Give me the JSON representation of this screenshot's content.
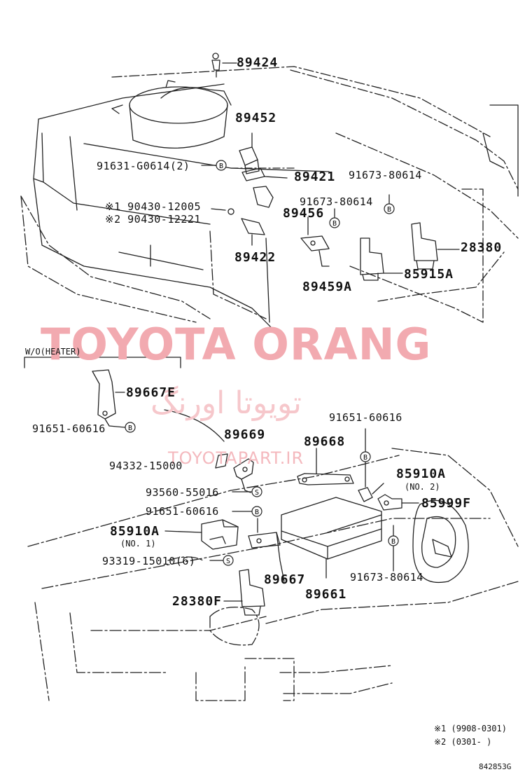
{
  "watermark": {
    "brand": "TOYOTA ORANG",
    "persian": "تویوتا اورنگ",
    "url": "TOYOTAPART.IR"
  },
  "section_label": "W/O(HEATER)",
  "part_labels": {
    "p89424": "89424",
    "p89452": "89452",
    "p91631": "91631-G0614(2)",
    "p89421": "89421",
    "p91673_a": "91673-80614",
    "p91673_b": "91673-80614",
    "p90430_1": "※1 90430-12005",
    "p90430_2": "※2 90430-12221",
    "p89456": "89456",
    "p28380": "28380",
    "p89422": "89422",
    "p85915a": "85915A",
    "p89459a": "89459A",
    "p89667e": "89667E",
    "p91651_a": "91651-60616",
    "p91651_b": "91651-60616",
    "p89669": "89669",
    "p89668": "89668",
    "p94332": "94332-15000",
    "p85910a_2": "85910A",
    "no2": "(NO. 2)",
    "p93560": "93560-55016",
    "p85999f": "85999F",
    "p91651_c": "91651-60616",
    "p85910a_1": "85910A",
    "no1": "(NO. 1)",
    "p93319": "93319-15010(6)",
    "p89667": "89667",
    "p91673_c": "91673-80614",
    "p89661": "89661",
    "p28380f": "28380F"
  },
  "fastener_marks": {
    "bolt": "B",
    "screw": "S"
  },
  "notes": {
    "note1": "※1 (9908-0301)",
    "note2": "※2 (0301-      )"
  },
  "figure_code": "842853G"
}
